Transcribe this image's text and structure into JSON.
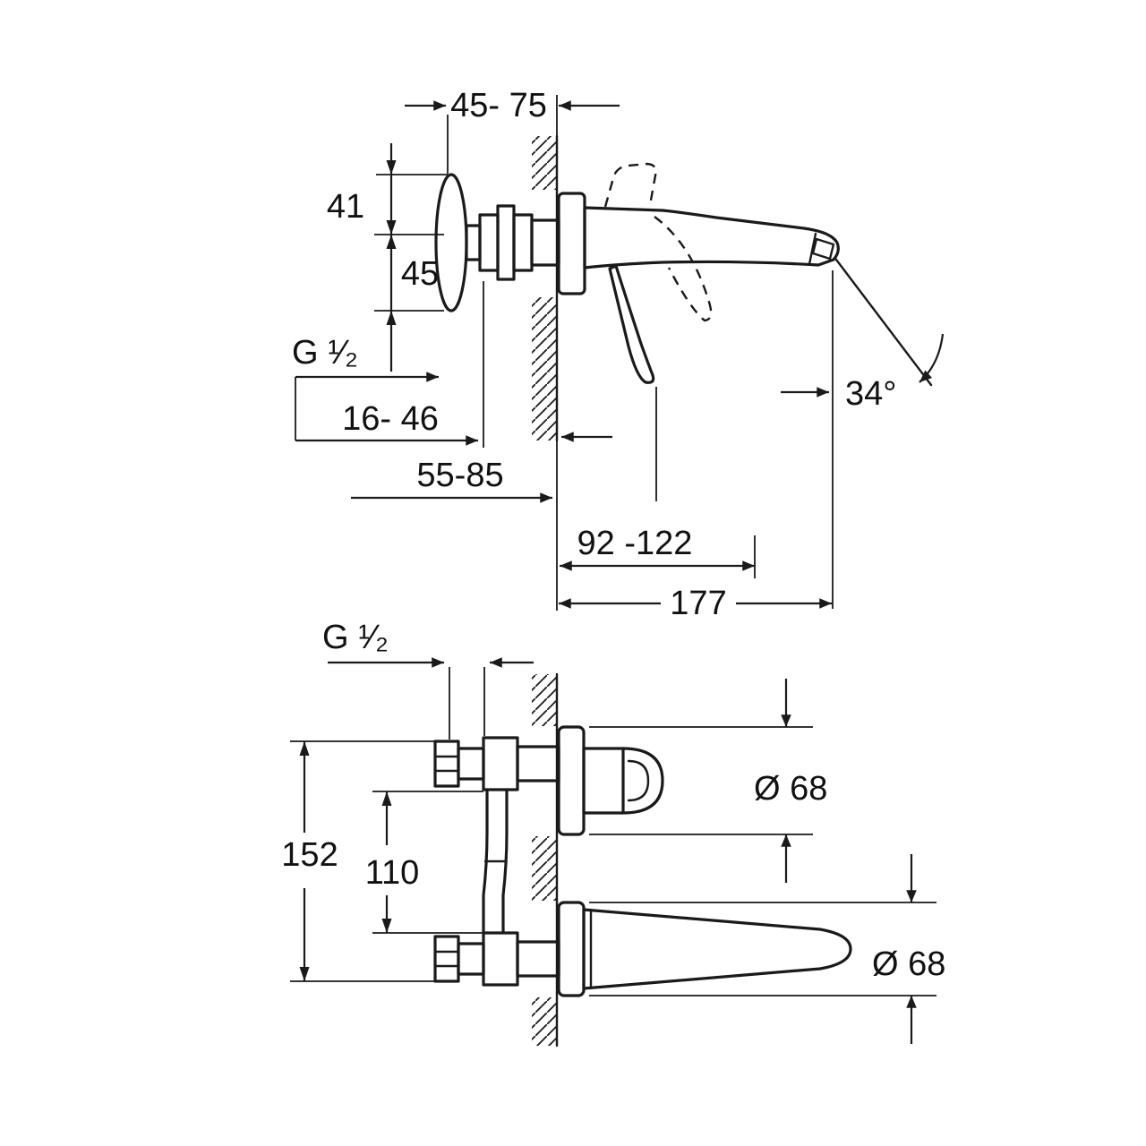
{
  "canvas": {
    "background": "#ffffff",
    "ink": "#1a1a1a"
  },
  "drawing": {
    "labels": {
      "dim_45_75": "45- 75",
      "dim_41": "41",
      "dim_45": "45",
      "thread_top": "G ¹⁄₂",
      "dim_16_46": "16- 46",
      "dim_55_85": "55-85",
      "dim_92_122": "92 -122",
      "dim_177": "177",
      "angle": "34°",
      "thread_bottom": "G ¹⁄₂",
      "dim_152": "152",
      "dim_110": "110",
      "dia_top": "Ø 68",
      "dia_bottom": "Ø 68"
    }
  }
}
